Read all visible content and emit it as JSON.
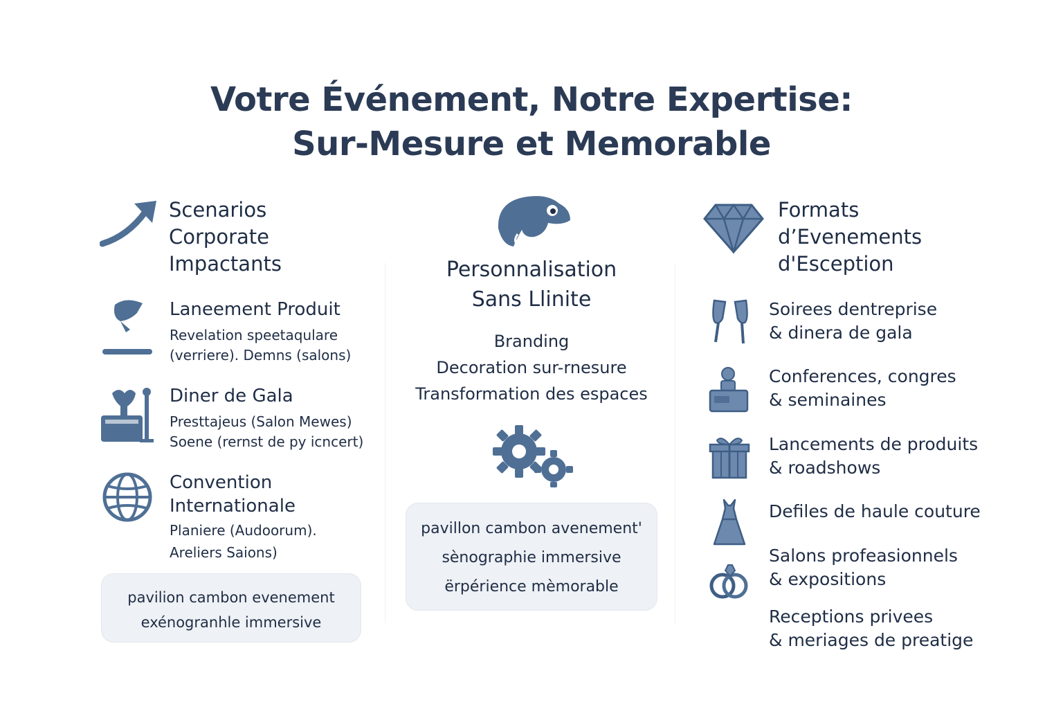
{
  "title": {
    "line1": "Votre Événement, Notre Expertise:",
    "line2": "Sur-Mesure et Memorable"
  },
  "colors": {
    "accent": "#4f6f95",
    "text": "#1f2d45",
    "card_bg": "#eef1f5"
  },
  "left": {
    "header": {
      "icon": "growth-arrow-icon",
      "lines": [
        "Scenarios",
        "Corporate",
        "Impactants"
      ]
    },
    "items": [
      {
        "icon": "spotlight-stage-icon",
        "title": "Laneement Produit",
        "lines": [
          "Revelation speetaqulare",
          "(verriere). Demns (salons)"
        ]
      },
      {
        "icon": "gala-podium-icon",
        "title": "Diner de Gala",
        "lines": [
          "Presttajeus (Salon Mewes)",
          "Soene (rernst de py icncert)"
        ]
      },
      {
        "icon": "globe-icon",
        "title_lines": [
          "Convention",
          "Internationale"
        ],
        "lines": [
          "Planiere (Audoorum).",
          "Areliers Saions)"
        ]
      }
    ],
    "card": [
      "pavilion cambon evenement",
      "exénogranhle immersive"
    ]
  },
  "center": {
    "top_icon": "chameleon-icon",
    "heading": [
      "Personnalisation",
      "Sans Llinite"
    ],
    "lines": [
      "Branding",
      "Decoration sur-rnesure",
      "Transformation des espaces"
    ],
    "gears_icon": "gears-icon",
    "card": [
      "pavillon cambon avenement'",
      "sènographie immersive",
      "ërpérience mèmorable"
    ]
  },
  "right": {
    "header": {
      "icon": "diamond-icon",
      "lines": [
        "Formats",
        "d’Evenements",
        "d'Esception"
      ]
    },
    "items": [
      {
        "icon": "champagne-glasses-icon",
        "lines": [
          "Soirees dentreprise",
          "& dinera de gala"
        ]
      },
      {
        "icon": "speaker-podium-icon",
        "lines": [
          "Conferences, congres",
          "& seminaines"
        ]
      },
      {
        "icon": "gift-boxes-icon",
        "lines": [
          "Lancements de produits",
          "& roadshows"
        ]
      },
      {
        "icon": "dress-icon",
        "lines": [
          "Defiles de haule couture"
        ]
      },
      {
        "icon": "",
        "lines": [
          "Salons profeasionnels",
          "& expositions"
        ]
      },
      {
        "icon": "rings-icon",
        "lines": [
          "Receptions privees",
          "& meriages de preatige"
        ]
      }
    ]
  }
}
